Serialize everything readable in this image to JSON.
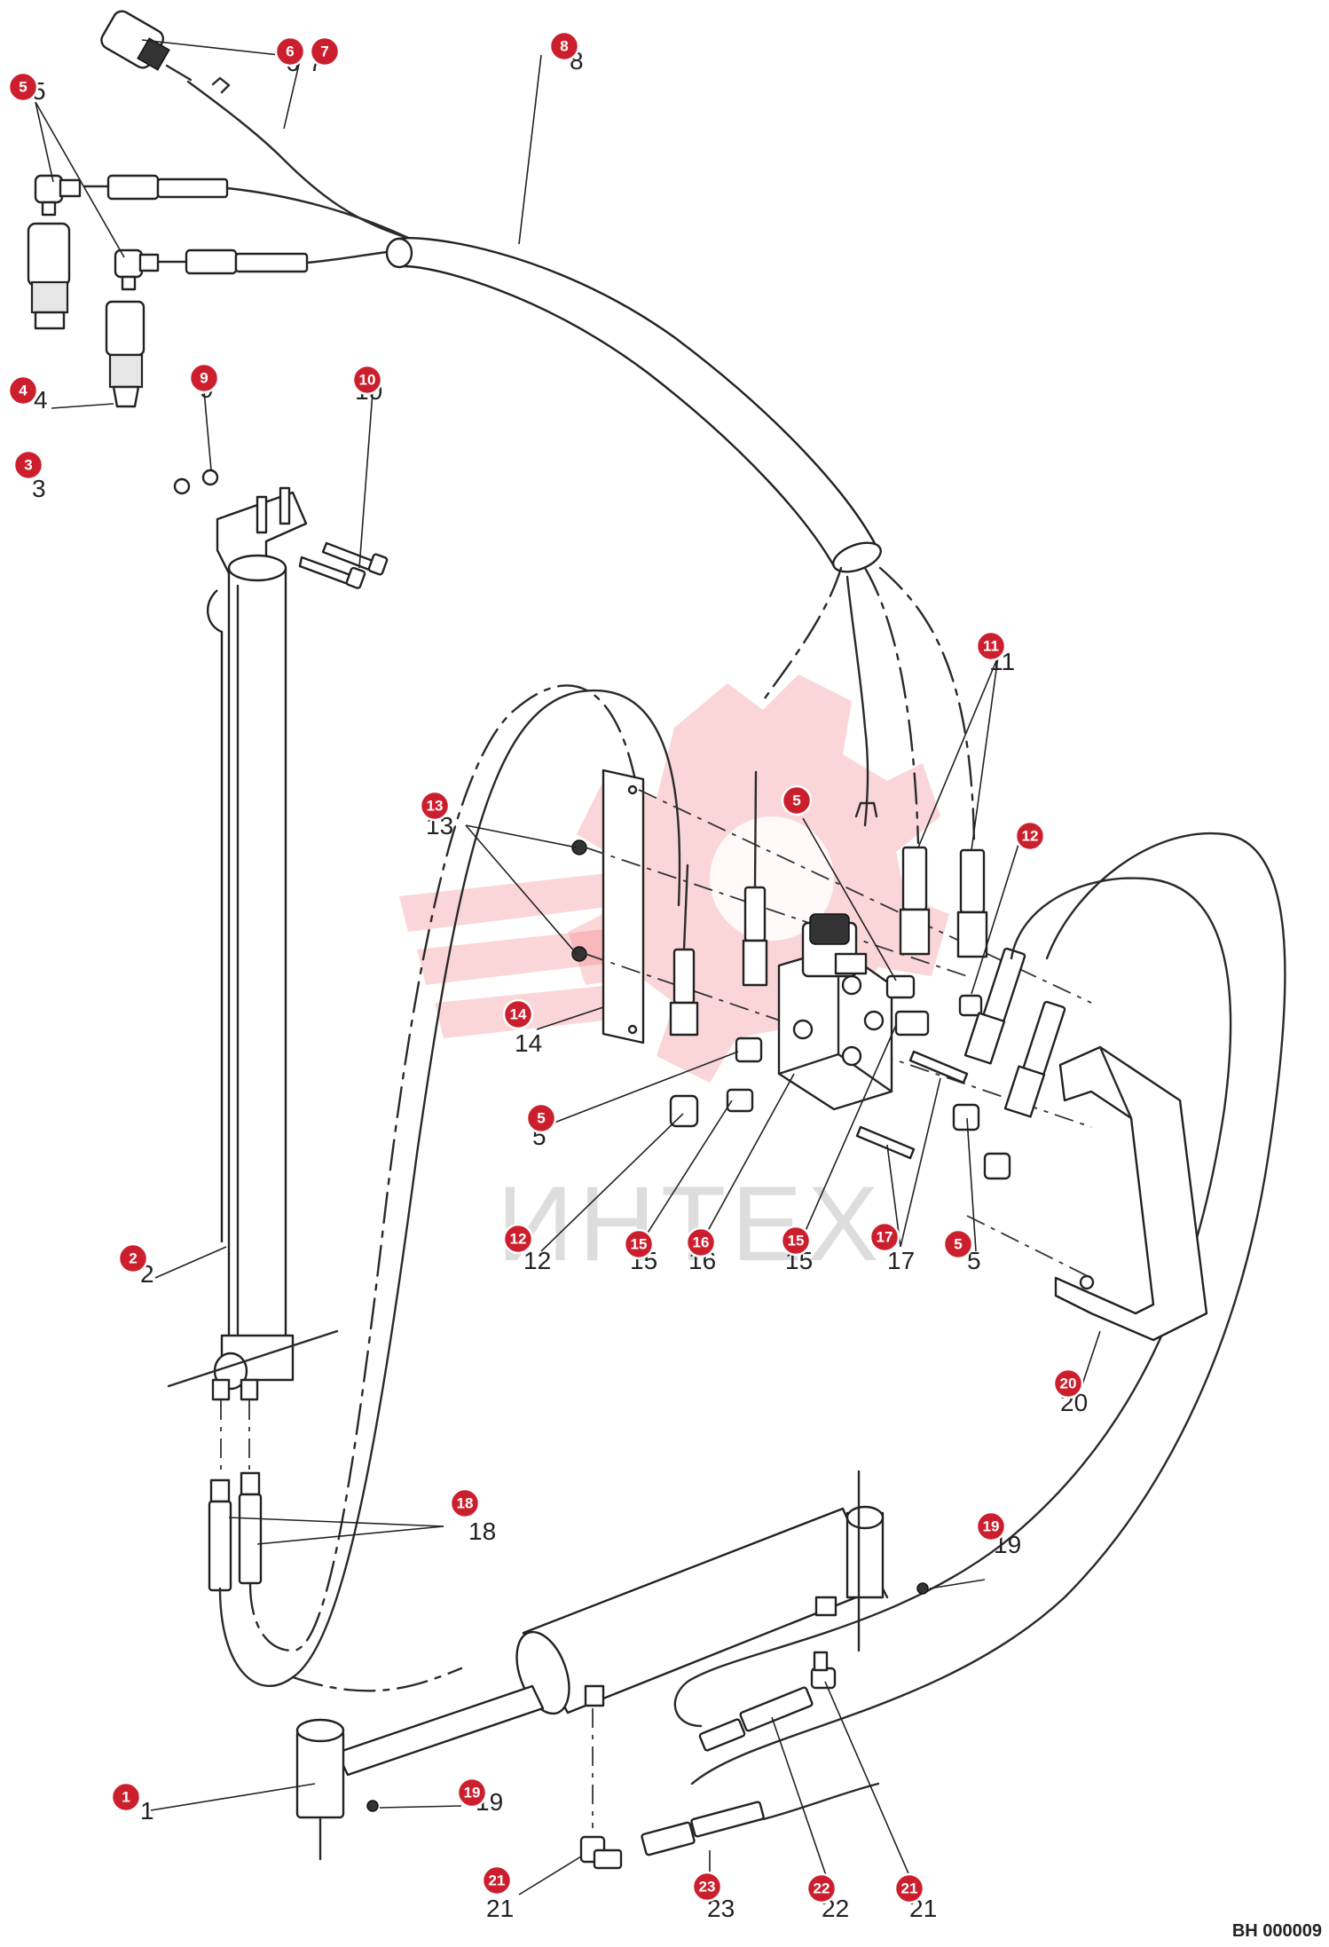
{
  "drawing_code": "BH 000009",
  "watermark_text": "ИНТЕХ",
  "colors": {
    "badge": "#cc1f2e",
    "line": "#2a2a2a",
    "watermark": "#f26a73"
  },
  "callouts": [
    {
      "id": "c6",
      "num": "6"
    },
    {
      "id": "c7",
      "num": "7"
    },
    {
      "id": "c8",
      "num": "8"
    },
    {
      "id": "c5a",
      "num": "5"
    },
    {
      "id": "c4",
      "num": "4"
    },
    {
      "id": "c3",
      "num": "3"
    },
    {
      "id": "c9",
      "num": "9"
    },
    {
      "id": "c10",
      "num": "10"
    },
    {
      "id": "c11",
      "num": "11"
    },
    {
      "id": "c5b",
      "num": "5"
    },
    {
      "id": "c12a",
      "num": "12"
    },
    {
      "id": "c13",
      "num": "13"
    },
    {
      "id": "c14",
      "num": "14"
    },
    {
      "id": "c5c",
      "num": "5"
    },
    {
      "id": "c12b",
      "num": "12"
    },
    {
      "id": "c15a",
      "num": "15"
    },
    {
      "id": "c16",
      "num": "16"
    },
    {
      "id": "c15b",
      "num": "15"
    },
    {
      "id": "c17",
      "num": "17"
    },
    {
      "id": "c5d",
      "num": "5"
    },
    {
      "id": "c2",
      "num": "2"
    },
    {
      "id": "c20",
      "num": "20"
    },
    {
      "id": "c18",
      "num": "18"
    },
    {
      "id": "c19a",
      "num": "19"
    },
    {
      "id": "c1",
      "num": "1"
    },
    {
      "id": "c19b",
      "num": "19"
    },
    {
      "id": "c21a",
      "num": "21"
    },
    {
      "id": "c23",
      "num": "23"
    },
    {
      "id": "c22",
      "num": "22"
    },
    {
      "id": "c21b",
      "num": "21"
    }
  ]
}
